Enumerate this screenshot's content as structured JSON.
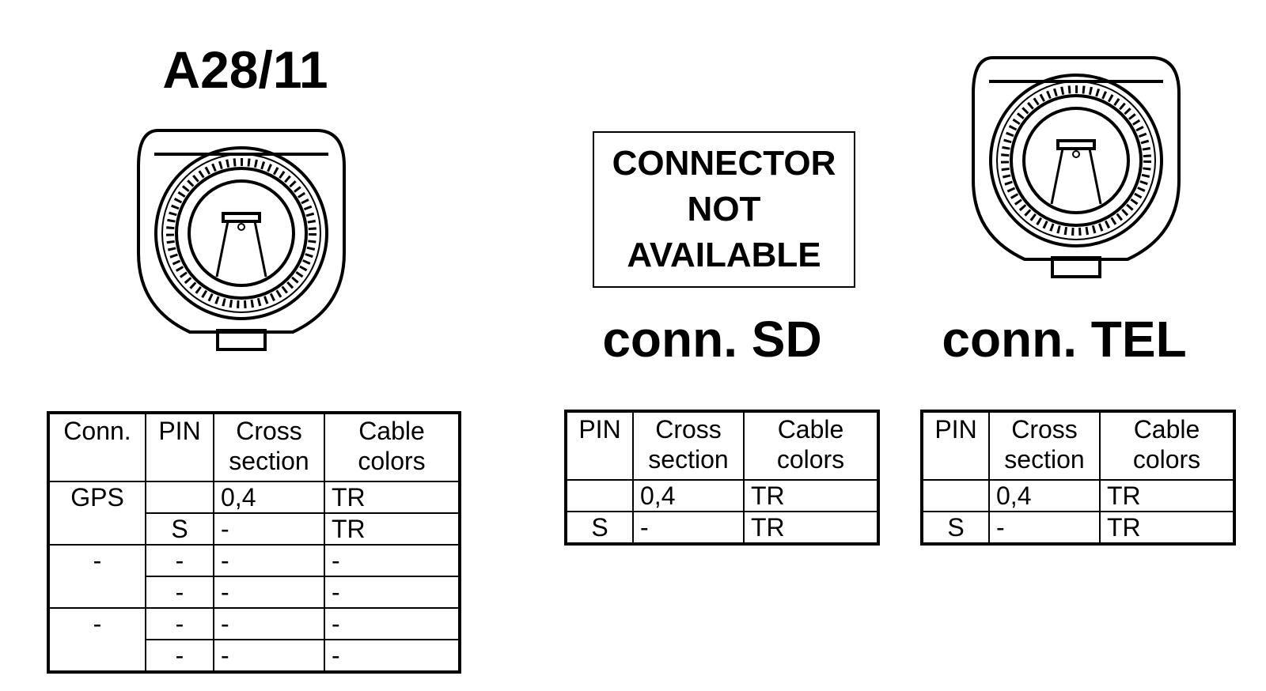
{
  "connectors": {
    "a28": {
      "title": "A28/11"
    },
    "sd": {
      "title": "conn. SD",
      "not_available": "CONNECTOR\nNOT\nAVAILABLE"
    },
    "tel": {
      "title": "conn. TEL"
    }
  },
  "tables": {
    "a28": {
      "headers": [
        "Conn.",
        "PIN",
        "Cross\nsection",
        "Cable\ncolors"
      ],
      "rows": [
        [
          "GPS",
          "",
          "0,4",
          "TR"
        ],
        [
          "",
          "S",
          "-",
          "TR"
        ],
        [
          "-",
          "-",
          "-",
          "-"
        ],
        [
          "",
          "-",
          "-",
          "-"
        ],
        [
          "-",
          "-",
          "-",
          "-"
        ],
        [
          "",
          "-",
          "-",
          "-"
        ]
      ]
    },
    "sd": {
      "headers": [
        "PIN",
        "Cross\nsection",
        "Cable\ncolors"
      ],
      "rows": [
        [
          "",
          "0,4",
          "TR"
        ],
        [
          "S",
          "-",
          "TR"
        ]
      ]
    },
    "tel": {
      "headers": [
        "PIN",
        "Cross\nsection",
        "Cable\ncolors"
      ],
      "rows": [
        [
          "",
          "0,4",
          "TR"
        ],
        [
          "S",
          "-",
          "TR"
        ]
      ]
    }
  }
}
